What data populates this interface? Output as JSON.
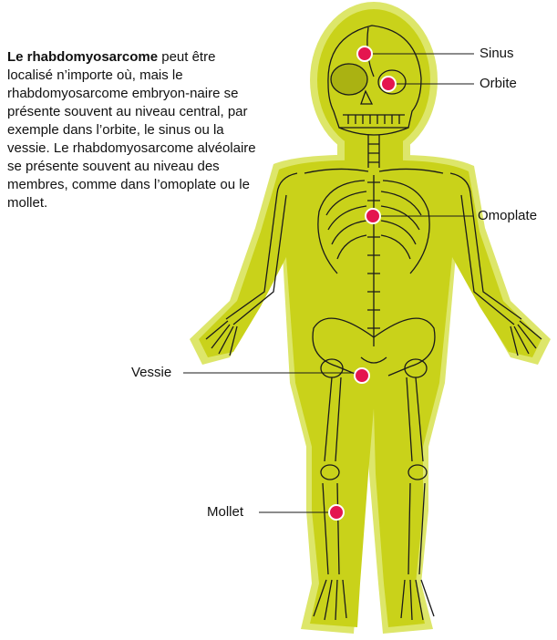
{
  "description": {
    "bold_lead": "Le rhabdomyosarcome",
    "text": " peut être localisé n’importe où, mais le rhabdomyosarcome embryon-naire se présente souvent au niveau central, par exemple dans l’orbite, le sinus ou la vessie. Le rhabdomyosarcome alvéolaire se présente souvent au niveau des membres, comme dans l’omoplate ou le mollet."
  },
  "labels": {
    "sinus": "Sinus",
    "orbite": "Orbite",
    "omoplate": "Omoplate",
    "vessie": "Vessie",
    "mollet": "Mollet"
  },
  "colors": {
    "body_fill": "#c9d21a",
    "body_halo": "#dde66a",
    "bone_line": "#1a1a1a",
    "marker_fill": "#e4154f",
    "marker_ring": "#ffffff"
  }
}
